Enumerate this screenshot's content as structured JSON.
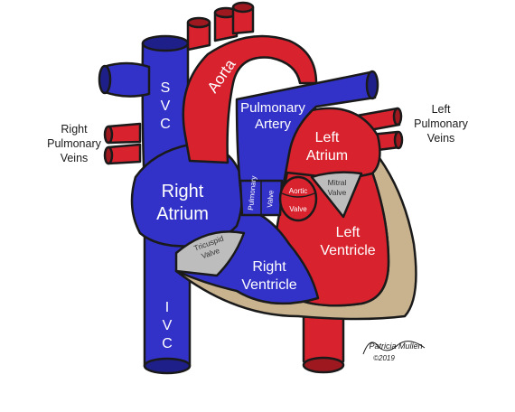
{
  "colors": {
    "blue": "#3232c8",
    "blue_dark": "#1f1f8a",
    "red": "#d8232e",
    "red_dark": "#9e1820",
    "muscle": "#c9b38f",
    "valve": "#bdbdbd",
    "outline": "#1a1a1a"
  },
  "labels": {
    "svc": "SVC",
    "ivc": "IVC",
    "aorta": "Aorta",
    "pulmonary_artery": [
      "Pulmonary",
      "Artery"
    ],
    "right_atrium": [
      "Right",
      "Atrium"
    ],
    "left_atrium": [
      "Left",
      "Atrium"
    ],
    "right_ventricle": [
      "Right",
      "Ventricle"
    ],
    "left_ventricle": [
      "Left",
      "Ventricle"
    ],
    "right_pulmonary_veins": [
      "Right",
      "Pulmonary",
      "Veins"
    ],
    "left_pulmonary_veins": [
      "Left",
      "Pulmonary",
      "Veins"
    ],
    "tricuspid_valve": [
      "Tricuspid",
      "Valve"
    ],
    "mitral_valve": [
      "Mitral",
      "Valve"
    ],
    "pulmonary_valve": [
      "Pulmonary",
      "Valve"
    ],
    "aortic_valve": [
      "Aortic",
      "Valve"
    ]
  },
  "signature": {
    "name": "Patricia Mullen",
    "year": "©2019"
  }
}
